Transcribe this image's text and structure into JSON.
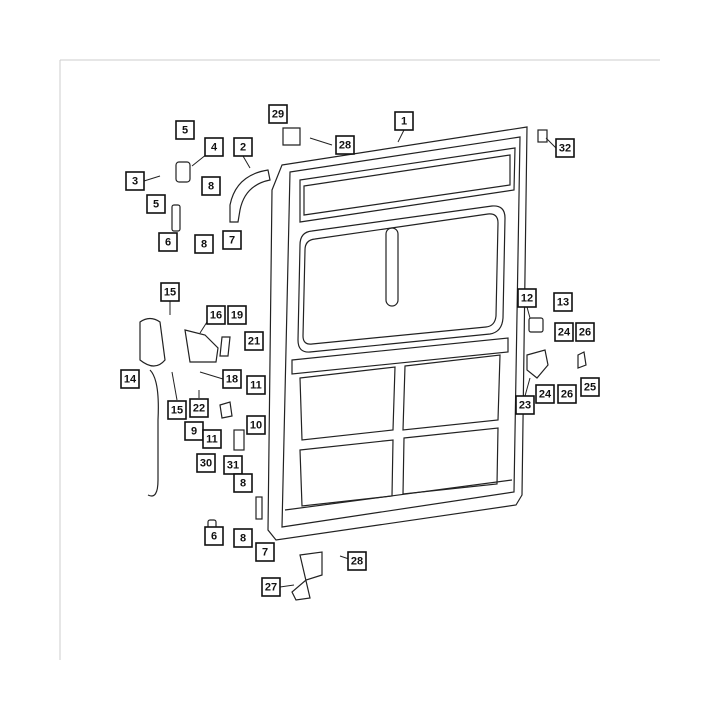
{
  "diagram": {
    "callouts": [
      "1",
      "2",
      "3",
      "4",
      "5",
      "5",
      "6",
      "7",
      "8",
      "8",
      "29",
      "28",
      "32",
      "15",
      "16",
      "19",
      "21",
      "14",
      "18",
      "15",
      "22",
      "9",
      "11",
      "11",
      "10",
      "30",
      "31",
      "8",
      "6",
      "8",
      "7",
      "28",
      "27",
      "12",
      "13",
      "24",
      "26",
      "25",
      "24",
      "26",
      "23"
    ]
  }
}
